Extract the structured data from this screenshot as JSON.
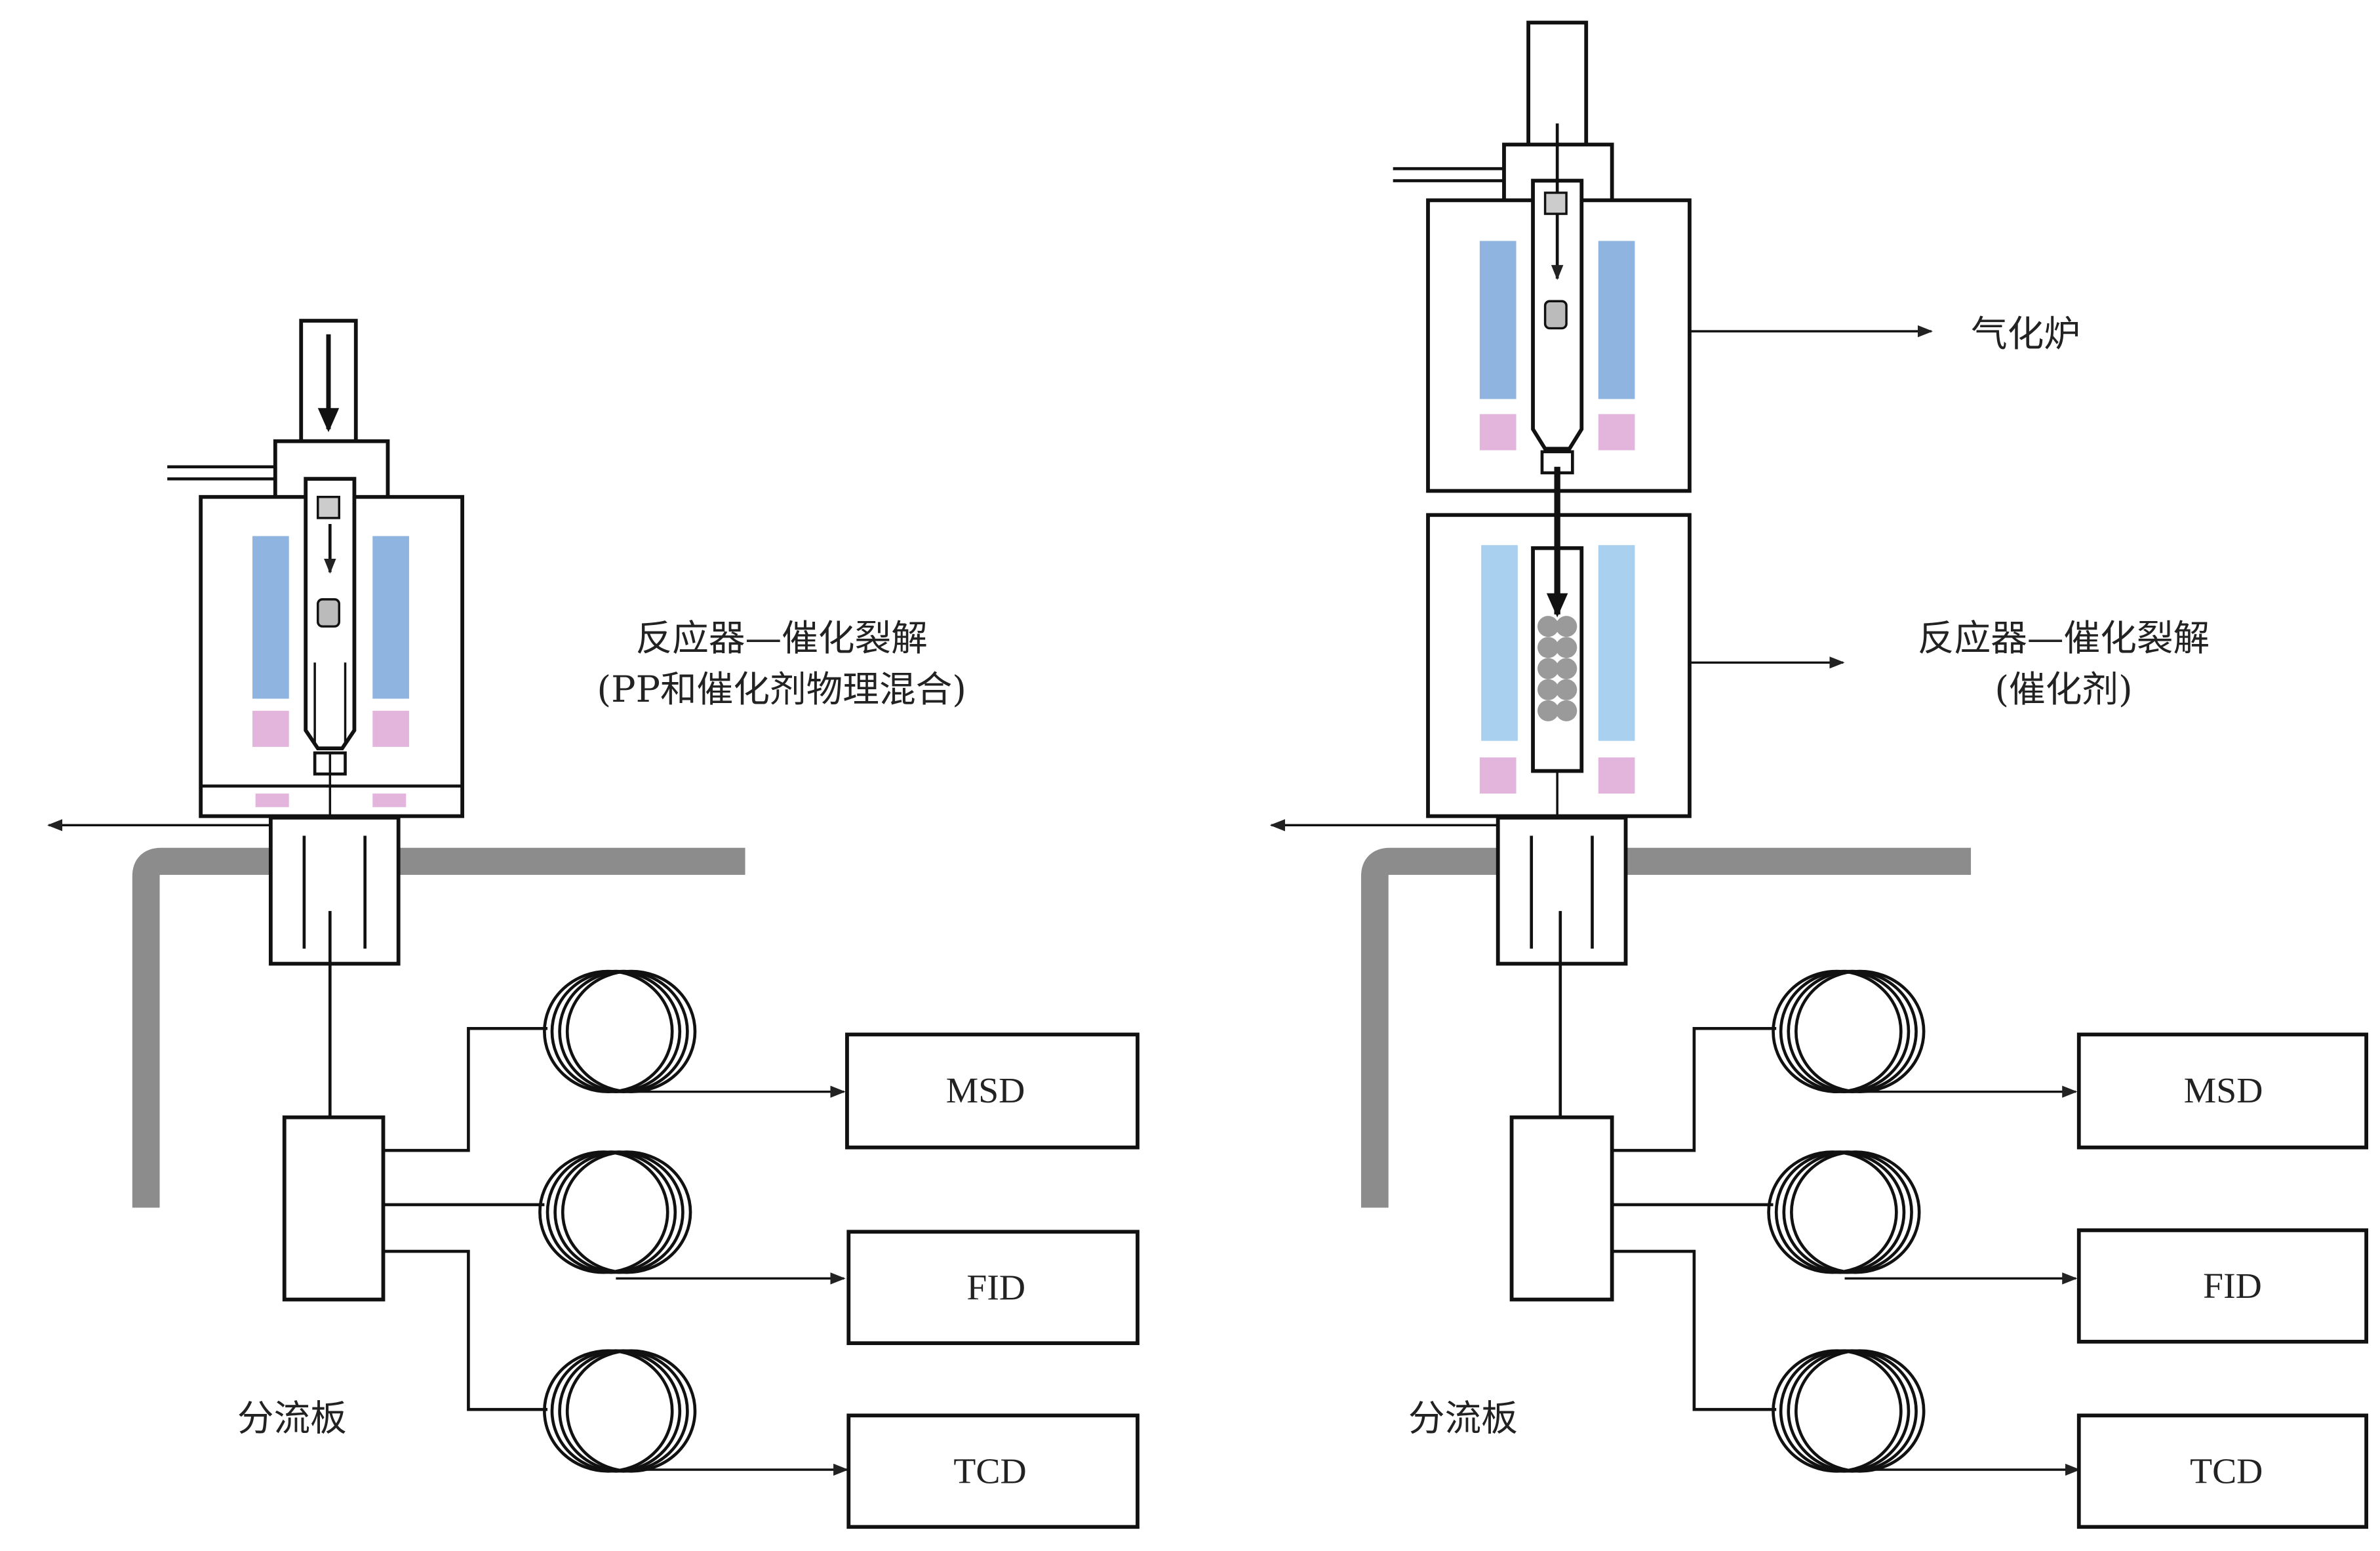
{
  "left_panel": {
    "reactor_label_line1": "反应器—催化裂解",
    "reactor_label_line2": "(PP和催化剂物理混合)",
    "splitter_label": "分流板",
    "detectors": [
      "MSD",
      "FID",
      "TCD"
    ]
  },
  "right_panel": {
    "vaporizer_label": "气化炉",
    "reactor_label_line1": "反应器—催化裂解",
    "reactor_label_line2": "(催化剂)",
    "splitter_label": "分流板",
    "detectors": [
      "MSD",
      "FID",
      "TCD"
    ]
  },
  "colors": {
    "heater_blue": "#8fb4e0",
    "heater_light_blue": "#a9d0ee",
    "heater_pink": "#e3b5dc",
    "oven_wall_gray": "#8c8c8c",
    "catalyst_gray": "#9a9a9a"
  }
}
